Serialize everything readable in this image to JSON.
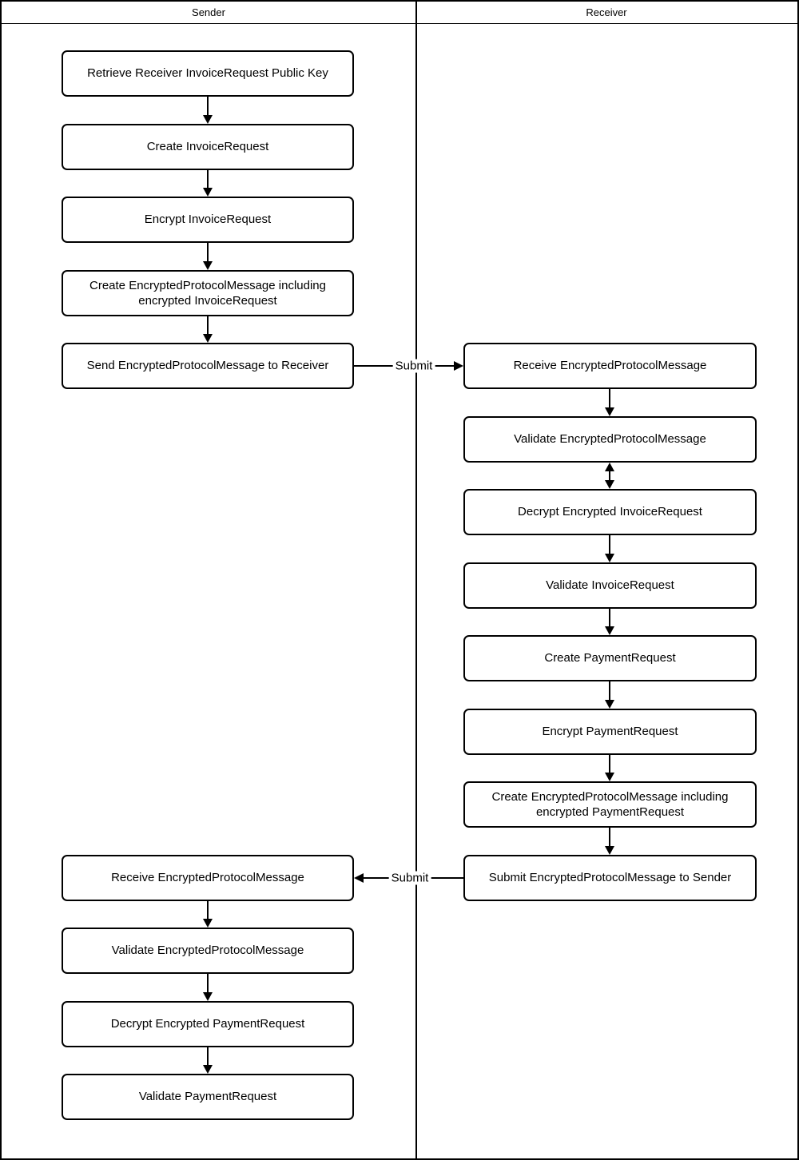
{
  "header": {
    "sender": "Sender",
    "receiver": "Receiver"
  },
  "nodes": {
    "s1": {
      "label": "Retrieve Receiver InvoiceRequest Public Key"
    },
    "s2": {
      "label": "Create InvoiceRequest"
    },
    "s3": {
      "label": "Encrypt InvoiceRequest"
    },
    "s4": {
      "label": "Create EncryptedProtocolMessage including encrypted InvoiceRequest"
    },
    "s5": {
      "label": "Send EncryptedProtocolMessage to Receiver"
    },
    "s6": {
      "label": "Receive EncryptedProtocolMessage"
    },
    "s7": {
      "label": "Validate EncryptedProtocolMessage"
    },
    "s8": {
      "label": "Decrypt Encrypted PaymentRequest"
    },
    "s9": {
      "label": "Validate PaymentRequest"
    },
    "r1": {
      "label": "Receive EncryptedProtocolMessage"
    },
    "r2": {
      "label": "Validate EncryptedProtocolMessage"
    },
    "r3": {
      "label": "Decrypt Encrypted InvoiceRequest"
    },
    "r4": {
      "label": "Validate InvoiceRequest"
    },
    "r5": {
      "label": "Create PaymentRequest"
    },
    "r6": {
      "label": "Encrypt PaymentRequest"
    },
    "r7": {
      "label": "Create EncryptedProtocolMessage including encrypted PaymentRequest"
    },
    "r8": {
      "label": "Submit EncryptedProtocolMessage to Sender"
    }
  },
  "edges": {
    "submit_right": {
      "label": "Submit"
    },
    "submit_left": {
      "label": "Submit"
    }
  },
  "colors": {
    "line": "#000000",
    "node_fill": "#ffffff",
    "background": "#ffffff",
    "text": "#000000"
  }
}
